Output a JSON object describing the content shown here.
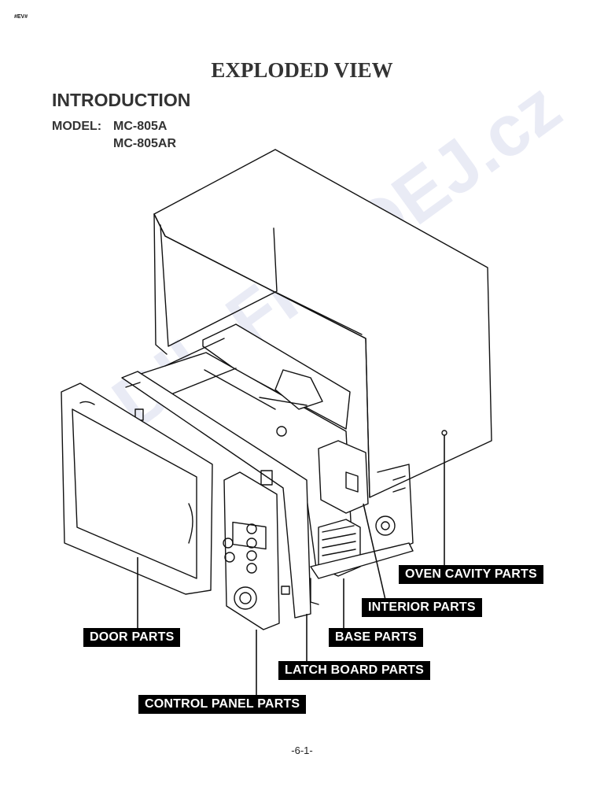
{
  "header": {
    "corner_tag": "#EV#",
    "title": "EXPLODED VIEW"
  },
  "intro": {
    "section_title": "INTRODUCTION",
    "model_label": "MODEL:",
    "models": [
      "MC-805A",
      "MC-805AR"
    ]
  },
  "watermark": "©DIL-FRODEJ.cz",
  "callouts": {
    "oven_cavity": "OVEN CAVITY PARTS",
    "interior": "INTERIOR PARTS",
    "door": "DOOR PARTS",
    "base": "BASE PARTS",
    "latch_board": "LATCH BOARD PARTS",
    "control_panel": "CONTROL PANEL PARTS"
  },
  "footer": {
    "page_number": "-6-1-"
  }
}
